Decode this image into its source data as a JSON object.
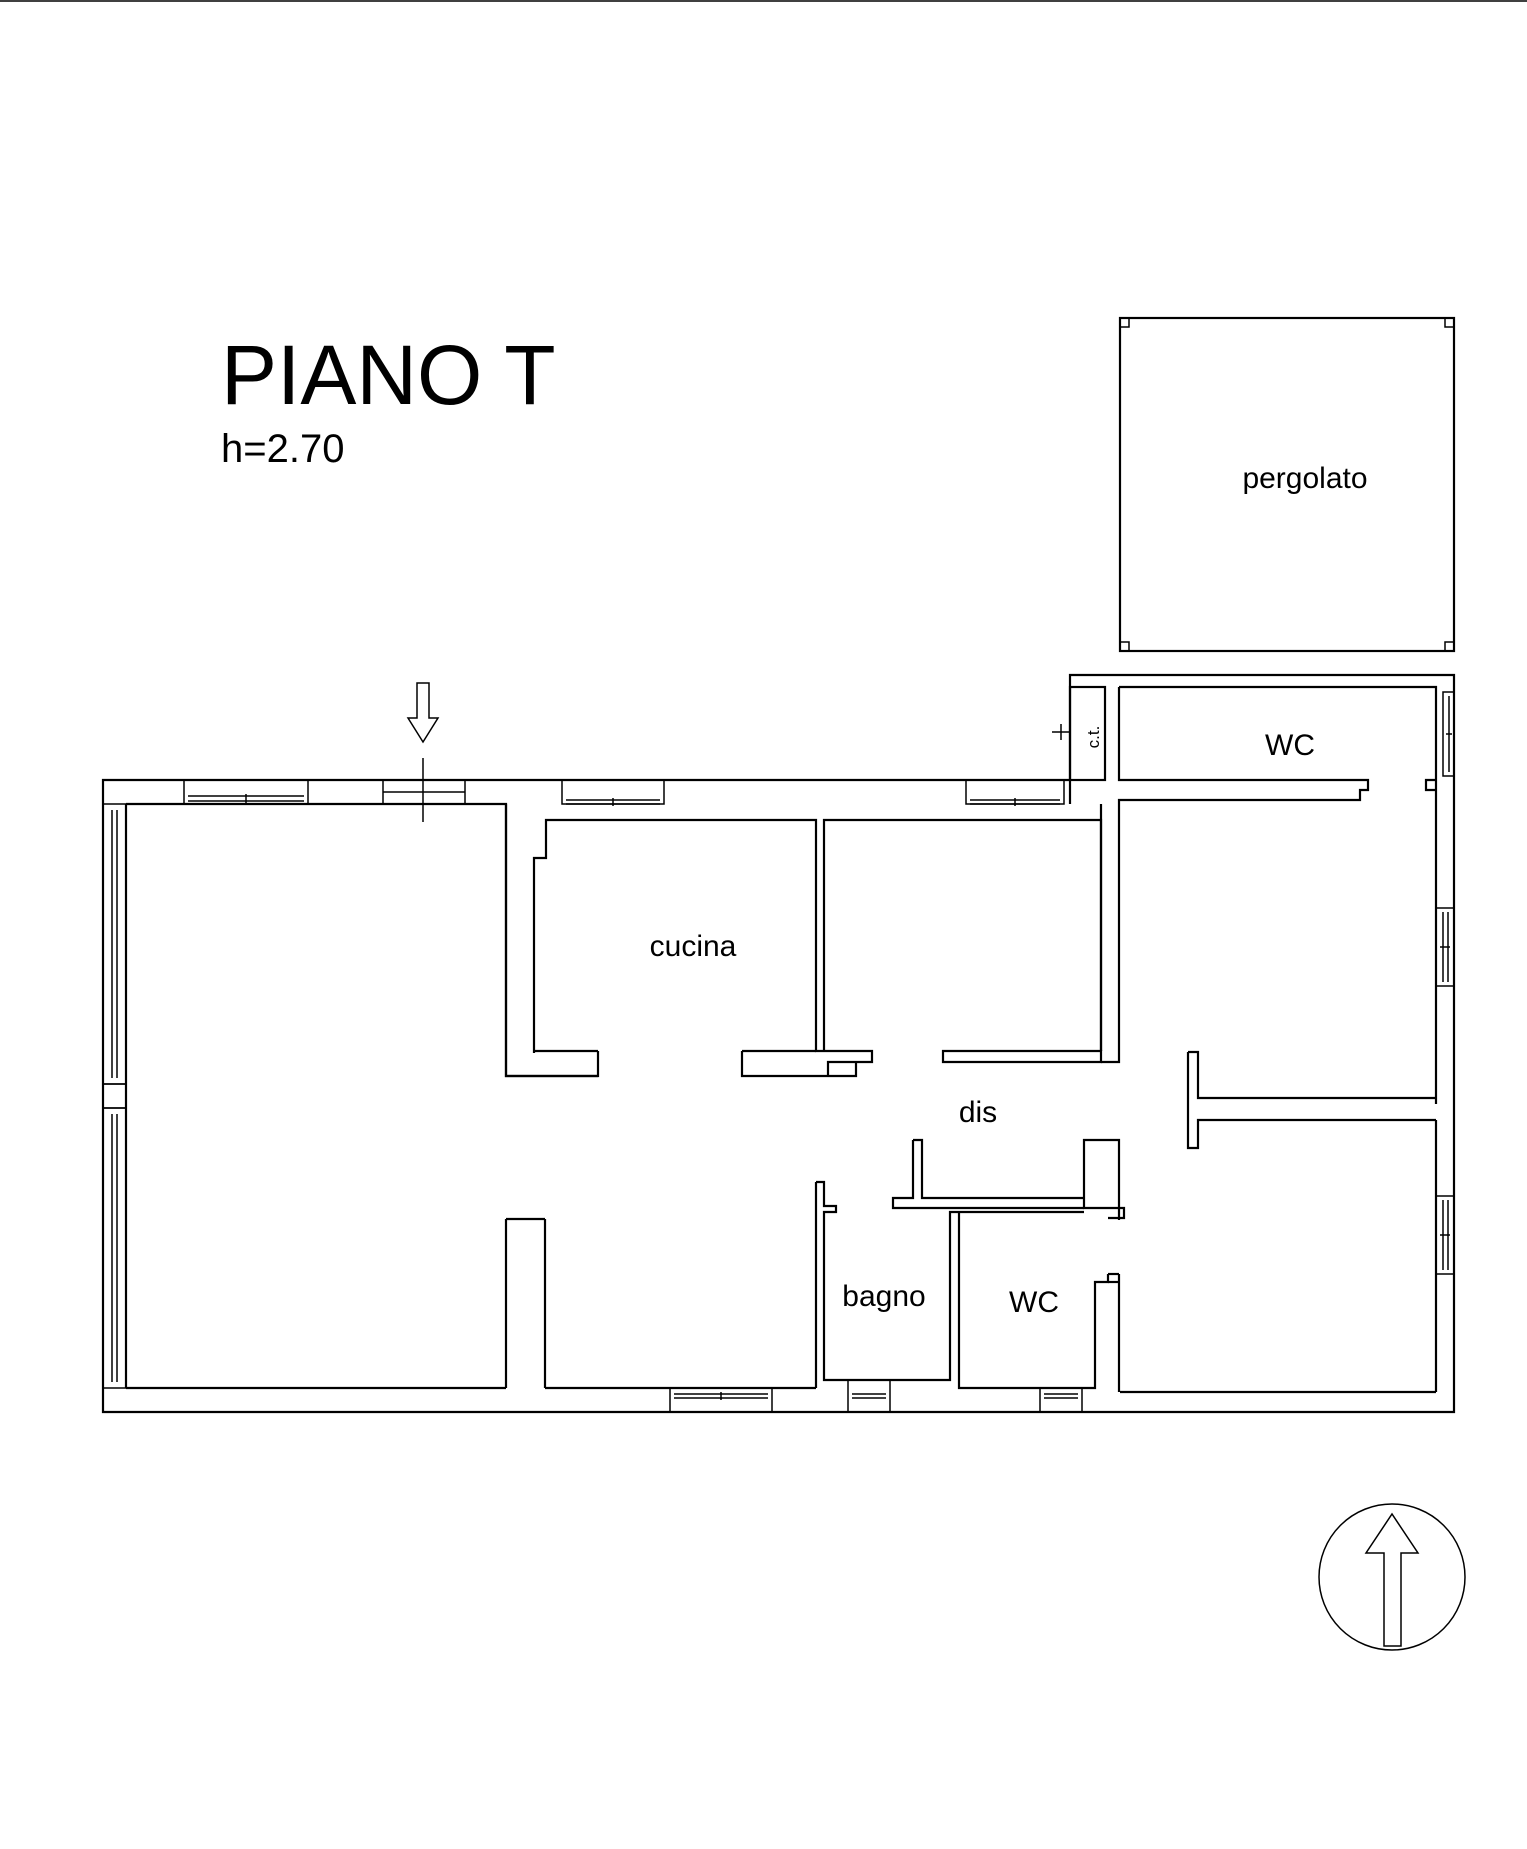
{
  "header": {
    "title": "PIANO T",
    "height_label": "h=2.70"
  },
  "rooms": {
    "pergolato": "pergolato",
    "ct": "c.t.",
    "wc_top": "WC",
    "cucina": "cucina",
    "dis": "dis",
    "bagno": "bagno",
    "wc_bottom": "WC"
  },
  "colors": {
    "line": "#000000",
    "background": "#ffffff"
  },
  "icons": {
    "entrance": "entrance-arrow-icon",
    "north": "north-arrow-icon"
  }
}
